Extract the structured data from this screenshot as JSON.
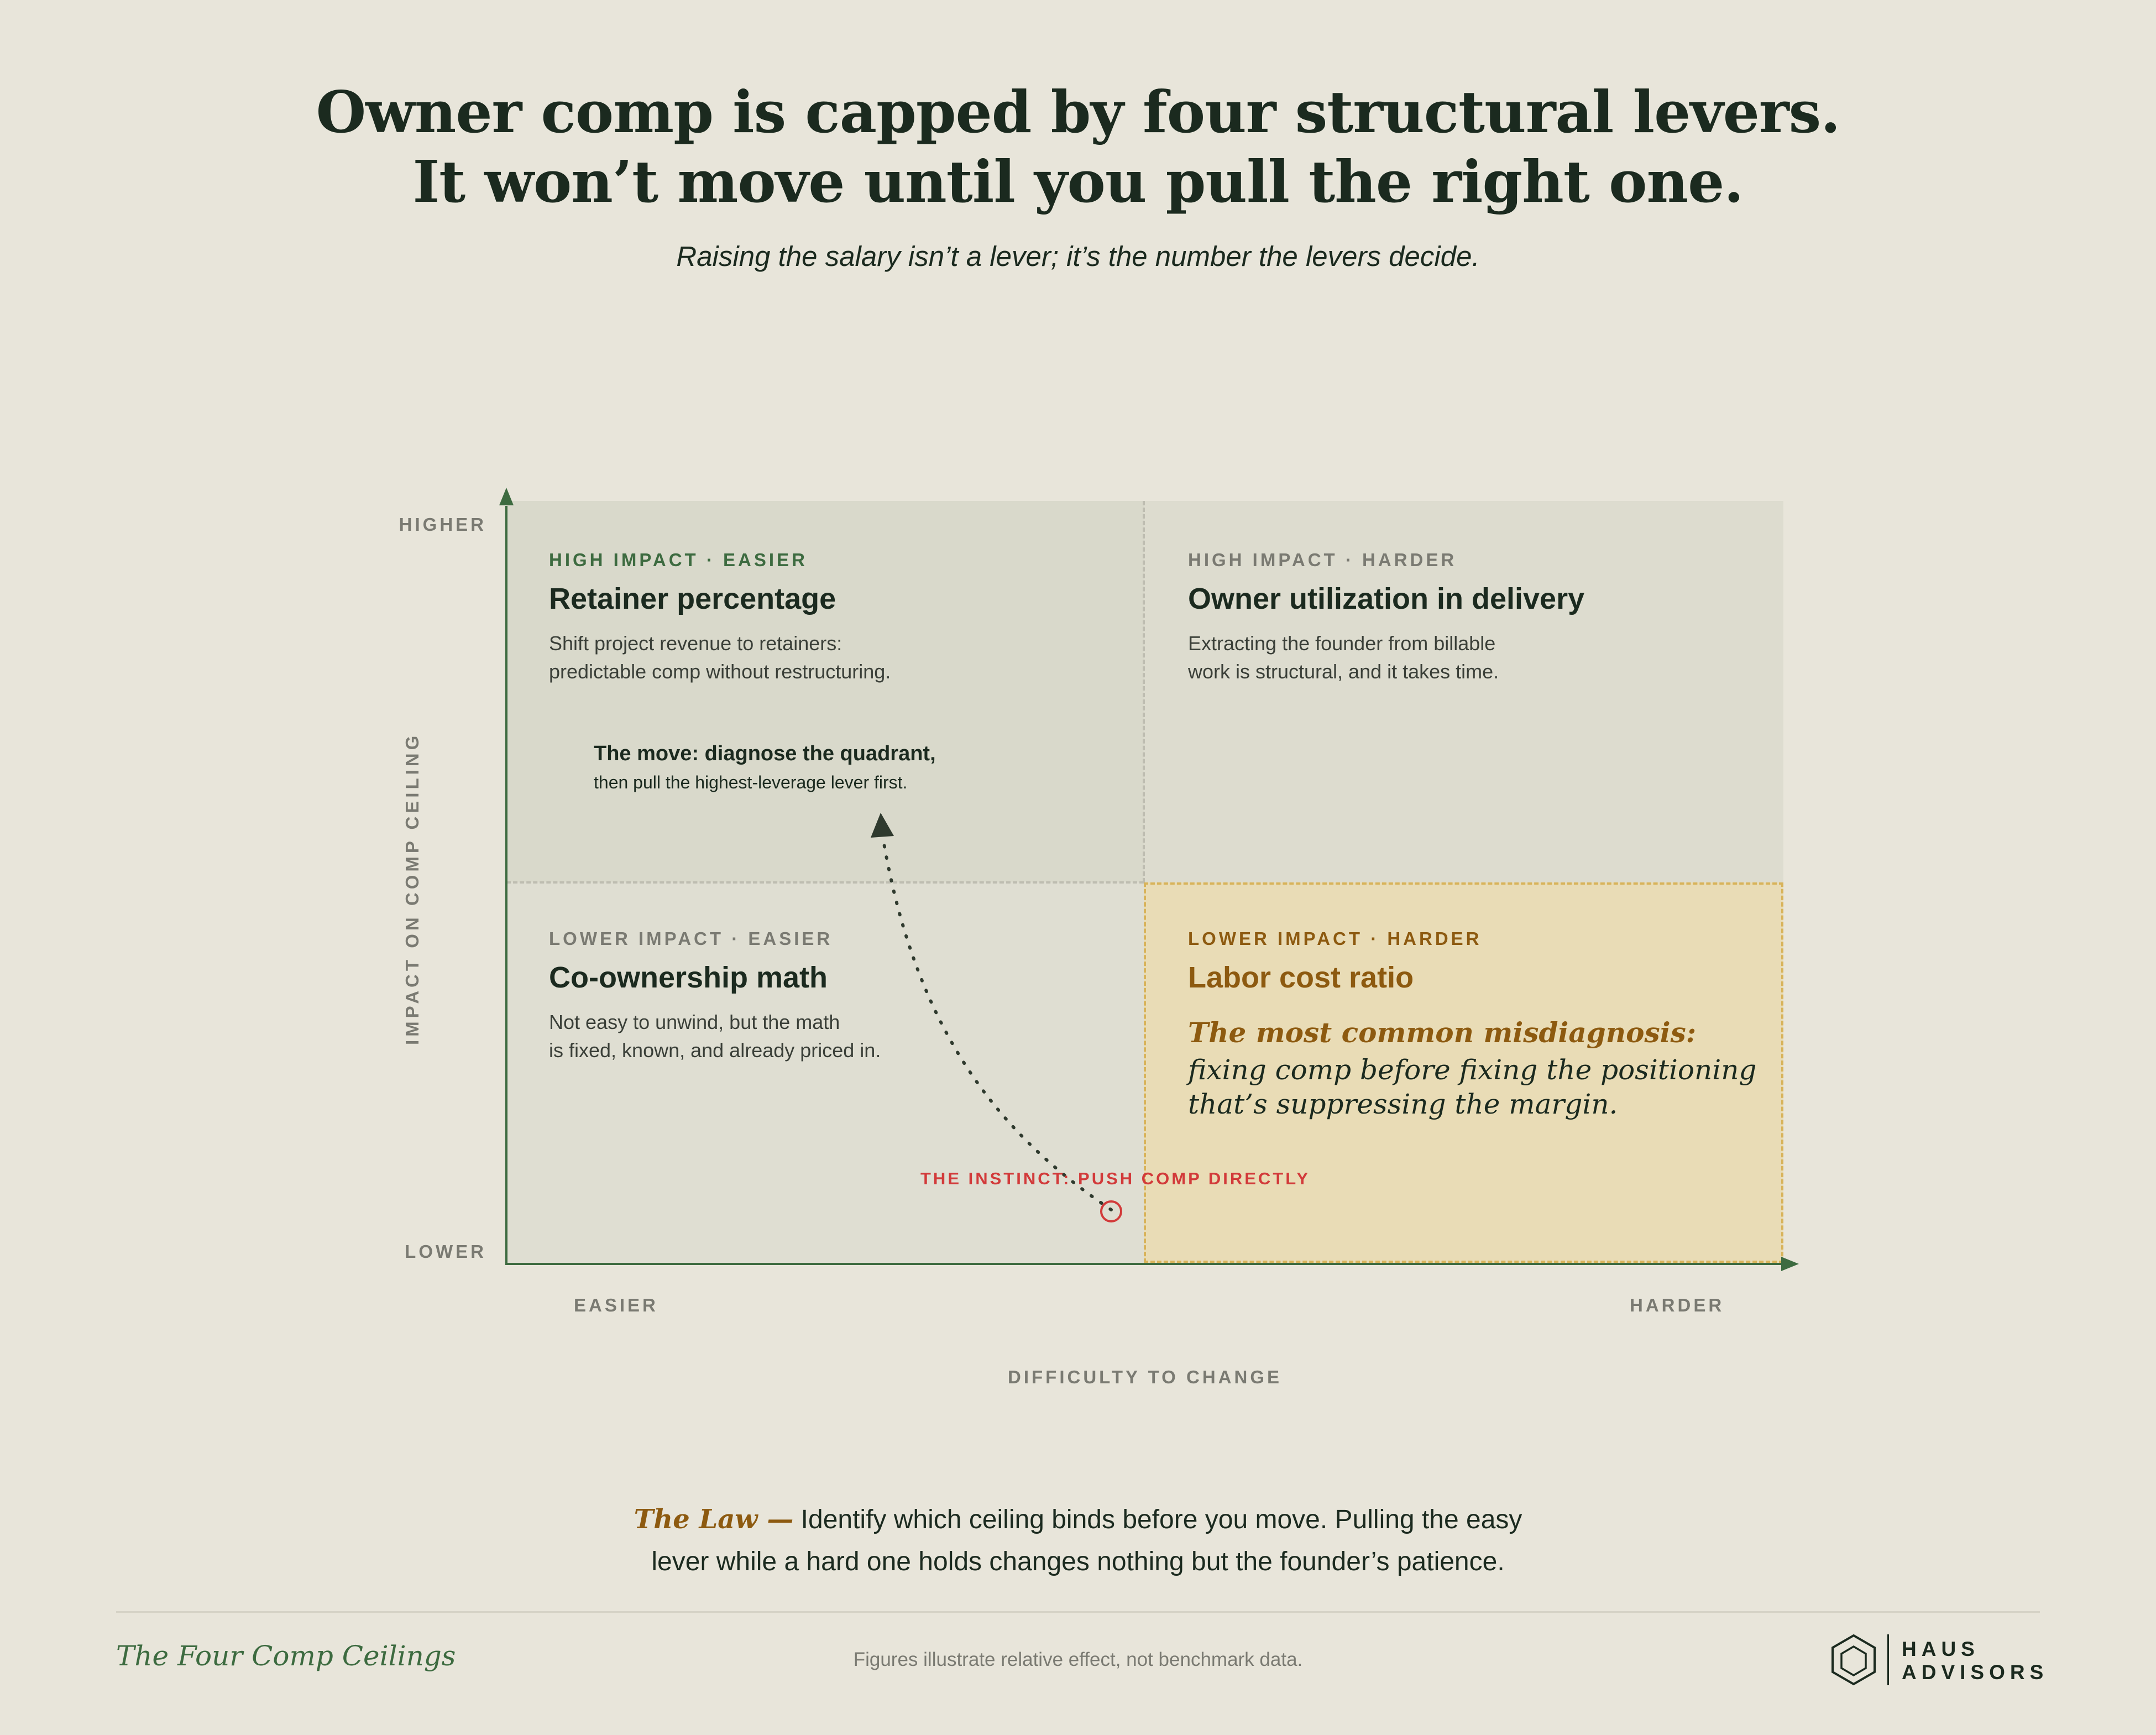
{
  "header": {
    "title_line1": "Owner comp is capped by four structural levers.",
    "title_line2": "It won’t move until you pull the right one.",
    "subtitle": "Raising the salary isn’t a lever; it’s the number the levers decide."
  },
  "quadrants": {
    "top_left": {
      "tag": "HIGH IMPACT · EASIER",
      "title": "Retainer percentage",
      "body_line1": "Shift project revenue to retainers:",
      "body_line2": "predictable comp without restructuring."
    },
    "top_right": {
      "tag": "HIGH IMPACT · HARDER",
      "title": "Owner utilization in delivery",
      "body_line1": "Extracting the founder from billable",
      "body_line2": "work is structural, and it takes time."
    },
    "bottom_left": {
      "tag": "LOWER IMPACT · EASIER",
      "title": "Co-ownership math",
      "body_line1": "Not easy to unwind, but the math",
      "body_line2": "is fixed, known, and already priced in."
    },
    "bottom_right": {
      "tag": "LOWER IMPACT · HARDER",
      "title": "Labor cost ratio",
      "callout_head": "The most common misdiagnosis:",
      "callout_line1": "fixing comp before fixing the positioning",
      "callout_line2": "that’s suppressing the margin."
    }
  },
  "annotations": {
    "move_head": "The move: diagnose the quadrant,",
    "move_body": "then pull the highest-leverage lever first.",
    "instinct": "THE INSTINCT: PUSH COMP DIRECTLY"
  },
  "axes": {
    "y_high": "HIGHER",
    "y_low": "LOWER",
    "y_title": "IMPACT ON COMP CEILING",
    "x_low": "EASIER",
    "x_high": "HARDER",
    "x_title": "DIFFICULTY TO CHANGE"
  },
  "law": {
    "label": "The Law —",
    "text_line1": "Identify which ceiling binds before you move. Pulling the easy",
    "text_line2": "lever while a hard one holds changes nothing but the founder’s patience."
  },
  "footer": {
    "name": "The Four Comp Ceilings",
    "note": "Figures illustrate relative effect, not benchmark data.",
    "logo_line1": "HAUS",
    "logo_line2": "ADVISORS",
    "logo_icon": "hexagon-house-icon"
  },
  "colors": {
    "background": "#E8E5DA",
    "ink": "#1B2A1F",
    "green": "#3D6B40",
    "amber": "#8D5A10",
    "amber_fill": "#E9DCB6",
    "instinct_red": "#D23A3A"
  }
}
